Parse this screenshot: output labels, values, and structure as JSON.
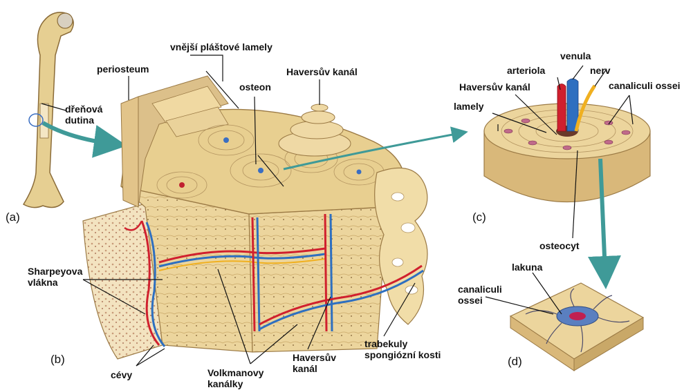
{
  "diagram": {
    "panels": {
      "a": "(a)",
      "b": "(b)",
      "c": "(c)",
      "d": "(d)"
    },
    "labels": {
      "vnejsi_lamely": "vnější pláštové lamely",
      "periosteum": "periosteum",
      "osteon": "osteon",
      "haversuv_kanal_top": "Haversův kanál",
      "drenova_dutina": [
        "dřeňová",
        "dutina"
      ],
      "venula": "venula",
      "arteriola": "arteriola",
      "nerv": "nerv",
      "haversuv_kanal_c": "Haversův kanál",
      "canaliculi_c": "canaliculi ossei",
      "lamely": "lamely",
      "sharpeyova": [
        "Sharpeyova",
        "vlákna"
      ],
      "osteocyt": "osteocyt",
      "lakuna": "lakuna",
      "canaliculi_d": [
        "canaliculi",
        "ossei"
      ],
      "cevy": "cévy",
      "volkmanovy": [
        "Volkmanovy",
        "kanálky"
      ],
      "haversuv_kanal_bottom": [
        "Haversův",
        "kanál"
      ],
      "trabekuly": [
        "trabekuly",
        "spongiózní kosti"
      ]
    },
    "colors": {
      "bone": "#ecd59d",
      "bone_dark": "#c9a868",
      "bone_line": "#9b7a45",
      "artery": "#d0202e",
      "vein": "#2e6fc0",
      "nerve": "#f0b020",
      "arrow": "#3f9a98"
    }
  }
}
